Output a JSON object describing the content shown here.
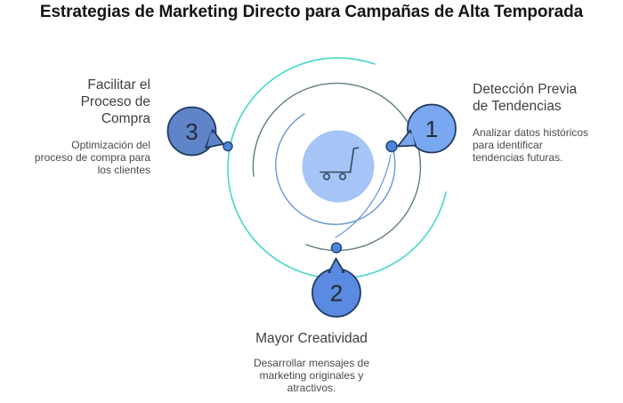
{
  "title": "Estrategias de Marketing Directo para Campañas de Alta Temporada",
  "steps": [
    {
      "number": "1",
      "title": "Detección Previa de Tendencias",
      "title_lines": [
        "Detección Previa",
        "de Tendencias"
      ],
      "body_lines": [
        "Analizar datos históricos",
        "para identificar",
        "tendencias futuras."
      ]
    },
    {
      "number": "2",
      "title": "Mayor Creatividad",
      "title_lines": [
        "Mayor Creatividad"
      ],
      "body_lines": [
        "Desarrollar mensajes de",
        "marketing originales y",
        "atractivos."
      ]
    },
    {
      "number": "3",
      "title": "Facilitar el Proceso de Compra",
      "title_lines": [
        "Facilitar el",
        "Proceso de",
        "Compra"
      ],
      "body_lines": [
        "Optimización del",
        "proceso de compra para",
        "los clientes"
      ]
    }
  ],
  "center": {
    "icon": "shopping-cart"
  },
  "colors": {
    "teal_arc": "#43d8c9",
    "slate_arc": "#5e7c80",
    "blue_arc": "#6697d6",
    "center_fill": "#a6c4f5",
    "cart_stroke": "#31485f",
    "bubble1_fill": "#7aa8f0",
    "bubble2_fill": "#5a8ae1",
    "bubble3_fill": "#5f85c8",
    "bubble_outline": "#1e3a5f",
    "dot_fill": "#4d86dd",
    "title_color": "#141414",
    "label_title_color": "#3f3f3f",
    "label_body_color": "#4a4a4a"
  }
}
